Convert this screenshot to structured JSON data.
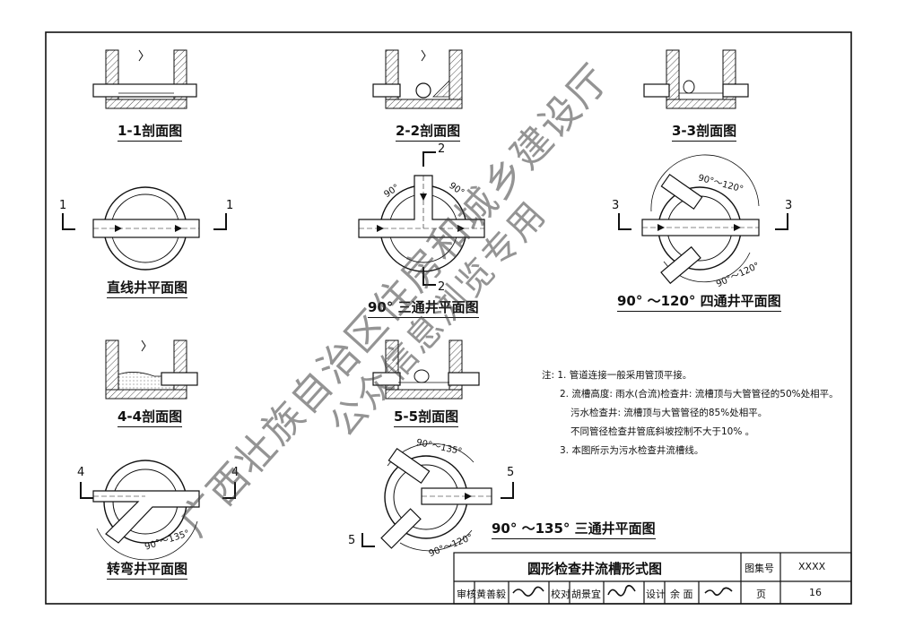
{
  "sections": {
    "s1": "1-1剖面图",
    "s2": "2-2剖面图",
    "s3": "3-3剖面图",
    "s4": "4-4剖面图",
    "s5": "5-5剖面图"
  },
  "plans": {
    "straight": "直线井平面图",
    "tee90": "90° 三通井平面图",
    "cross": "90° ～120° 四通井平面图",
    "bend": "转弯井平面图",
    "tee135": "90° ～135° 三通井平面图"
  },
  "cut_marks": {
    "c1": "1",
    "c2": "2",
    "c3": "3",
    "c4": "4",
    "c5": "5"
  },
  "angles": {
    "a90": "90°",
    "a90_120": "90°～120°",
    "a90_135": "90°～135°"
  },
  "notes": [
    "注: 1. 管道连接一般采用管顶平接。",
    "2. 流槽高度:  雨水(合流)检查井: 流槽顶与大管管径的50%处相平。",
    "污水检查井: 流槽顶与大管管径的85%处相平。",
    "不同管径检查井管底斜坡控制不大于10% 。",
    "3. 本图所示为污水检查井流槽线。"
  ],
  "title_block": {
    "title": "圆形检查井流槽形式图",
    "atlas_label": "图集号",
    "atlas_no": "XXXX",
    "review": "审核",
    "reviewer": "黄善毅",
    "check": "校对",
    "checker": "胡景宜",
    "design": "设计",
    "designer": "余 面",
    "page_label": "页",
    "page_no": "16"
  },
  "watermark": "广西壮族自治区住房和城乡建设厅",
  "watermark2": "公众信息浏览专用"
}
